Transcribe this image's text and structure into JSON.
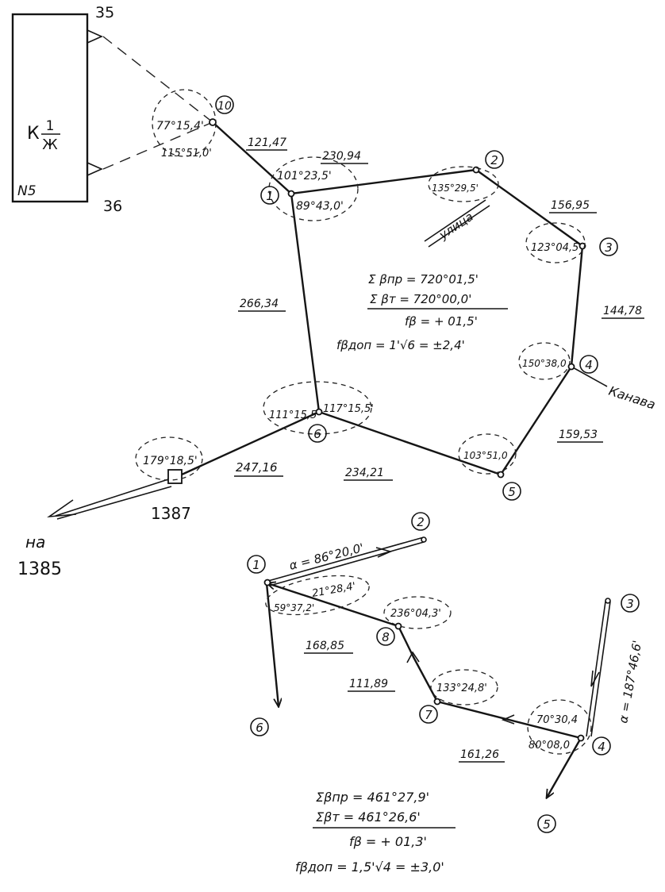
{
  "building": {
    "label_k": "К",
    "frac_num": "1",
    "frac_den": "Ж",
    "number": "N5",
    "mark_top": "35",
    "mark_bottom": "36"
  },
  "upper": {
    "points": {
      "p10": "10",
      "p1": "1",
      "p2": "2",
      "p3": "3",
      "p4": "4",
      "p5": "5",
      "p6": "6",
      "p1387": "1387"
    },
    "angles": {
      "a10_top": "77°15,4'",
      "a10_bottom": "115°51,0'",
      "a1_top": "101°23,5'",
      "a1_bottom": "89°43,0'",
      "a2": "135°29,5'",
      "a3": "123°04,5",
      "a4": "150°38,0",
      "a5": "103°51,0",
      "a6_left": "111°15,5",
      "a6_right": "117°15,5'",
      "a1387": "179°18,5'"
    },
    "distances": {
      "d10_1": "121,47",
      "d1_2": "230,94",
      "d2_3": "156,95",
      "d3_4": "144,78",
      "d4_5": "159,53",
      "d5_6": "234,21",
      "d6_1": "266,34",
      "d6_1387": "247,16"
    },
    "labels": {
      "street": "улица",
      "ditch": "Канава",
      "to_word": "на",
      "to_point": "1385"
    },
    "summary": {
      "line1": "Σ βпр = 720°01,5'",
      "line2": "Σ βт = 720°00,0'",
      "line3": "fβ = + 01,5'",
      "line4": "fβдоп = 1'√6 = ±2,4'"
    }
  },
  "lower": {
    "points": {
      "p1": "1",
      "p2": "2",
      "p3": "3",
      "p4": "4",
      "p5": "5",
      "p6": "6",
      "p7": "7",
      "p8": "8"
    },
    "angles": {
      "alpha12": "α = 86°20,0'",
      "a1_inner": "21°28,4'",
      "a1_left": "59°37,2'",
      "a8": "236°04,3'",
      "a7": "133°24,8'",
      "a4_top": "70°30,4",
      "a4_bottom": "80°08,0",
      "alpha34": "α = 187°46,6'"
    },
    "distances": {
      "d1_8": "168,85",
      "d8_7": "111,89",
      "d7_4": "161,26"
    },
    "summary": {
      "line1": "Σβпр = 461°27,9'",
      "line2": "Σβт = 461°26,6'",
      "line3": "fβ = + 01,3'",
      "line4": "fβдоп = 1,5'√4 = ±3,0'"
    }
  }
}
